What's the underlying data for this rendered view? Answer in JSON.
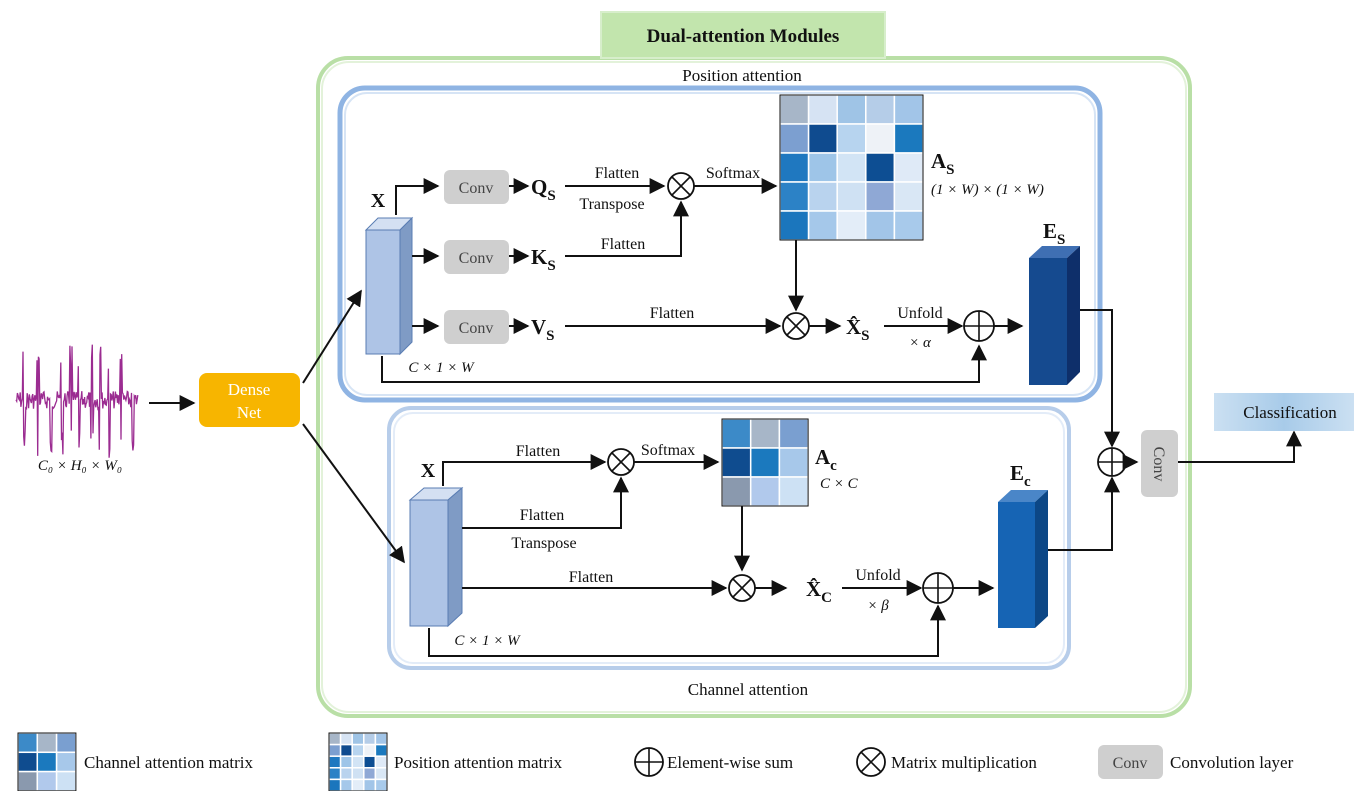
{
  "title": "Dual-attention Modules",
  "position_attention": {
    "label": "Position attention",
    "input_label": "X",
    "q": "Q",
    "q_sub": "S",
    "k": "K",
    "k_sub": "S",
    "v": "V",
    "v_sub": "S",
    "flatten_q": "Flatten",
    "transpose_q": "Transpose",
    "flatten_k": "Flatten",
    "flatten_v": "Flatten",
    "softmax": "Softmax",
    "attention_name": "A",
    "attention_sub": "S",
    "attention_dims": "(1 × W) × (1 × W)",
    "xhat": "X̂",
    "xhat_sub": "S",
    "unfold": "Unfold",
    "scale": "× α",
    "input_dims": "C × 1 × W",
    "output": "E",
    "output_sub": "S"
  },
  "channel_attention": {
    "label": "Channel attention",
    "input_label": "X",
    "flatten_top": "Flatten",
    "flatten_mid": "Flatten",
    "transpose": "Transpose",
    "flatten_bottom": "Flatten",
    "softmax": "Softmax",
    "attention_name": "A",
    "attention_sub": "c",
    "attention_dims": "C × C",
    "xhat": "X̂",
    "xhat_sub": "C",
    "unfold": "Unfold",
    "scale": "× β",
    "input_dims": "C × 1 × W",
    "output": "E",
    "output_sub": "c"
  },
  "conv_label": "Conv",
  "densenet": {
    "line1": "Dense",
    "line2": "Net"
  },
  "signal_dims": "C₀ × H₀ × W₀",
  "classification": "Classification",
  "legend": {
    "channel_matrix": "Channel attention matrix",
    "position_matrix": "Position attention matrix",
    "element_sum": "Element-wise sum",
    "matrix_mult": "Matrix multiplication",
    "conv_chip": "Conv",
    "conv_desc": "Convolution layer"
  },
  "colors": {
    "module_border": "#b9dfa6",
    "title_bg": "#c2e5ad",
    "pos_border": "#8fb4e3",
    "chan_border": "#b7cdea",
    "densenet": "#f7b500",
    "conv_box": "#cfcfcf",
    "signal": "#9b2c91",
    "classification": "#a8cbe9",
    "es": "#154a8f",
    "ec": "#1664b4",
    "x_block": "#aec4e6"
  },
  "position_matrix_cells": [
    [
      "#a7b6c8",
      "#d6e3f3",
      "#9fc4e6",
      "#b5cde8",
      "#a2c5e8"
    ],
    [
      "#7c9fd0",
      "#0f4b8f",
      "#b7d4ef",
      "#eef2f7",
      "#1b79be"
    ],
    [
      "#1f78c0",
      "#9ec5e8",
      "#d2e4f5",
      "#0d4e93",
      "#dfeaf7"
    ],
    [
      "#2c82c6",
      "#b9d3ee",
      "#cfe1f3",
      "#8fa8d5",
      "#d9e7f5"
    ],
    [
      "#1b76bd",
      "#a5c8ea",
      "#e3edf8",
      "#a2c5e8",
      "#a8caeb"
    ]
  ],
  "channel_matrix_cells": [
    [
      "#3c8ac8",
      "#a7b6c8",
      "#7a9fd0"
    ],
    [
      "#0f4c8f",
      "#1b79be",
      "#a7c8ea"
    ],
    [
      "#8a99ae",
      "#b1c9ec",
      "#cde1f4"
    ]
  ]
}
